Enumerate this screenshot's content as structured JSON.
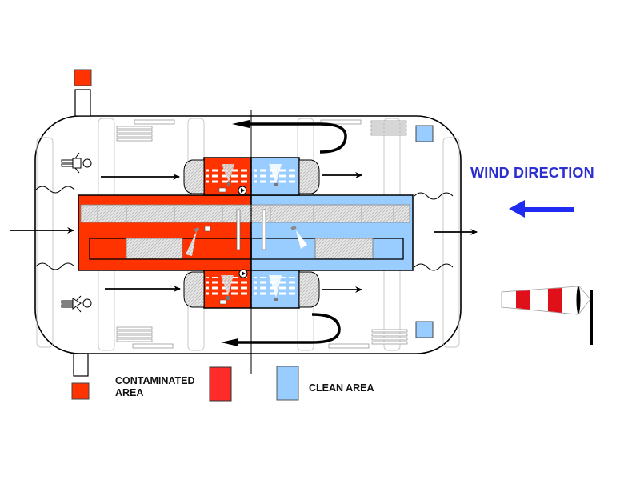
{
  "diagram": {
    "title": "Decontamination corridor layout",
    "wind": {
      "label": "WIND DIRECTION",
      "direction": "right-to-left",
      "arrow_color": "#1f2bf0",
      "label_color": "#2b2fd0"
    },
    "legend": {
      "contaminated_label": "CONTAMINATED\nAREA",
      "contaminated_line1": "CONTAMINATED",
      "contaminated_line2": "AREA",
      "clean_label": "CLEAN AREA",
      "contaminated_color": "#ff2a2a",
      "clean_color": "#99ccff"
    },
    "colors": {
      "contaminated_zone": "#ff3300",
      "clean_zone": "#99ccff",
      "outline": "#000000",
      "hatch": "#c8c8c8",
      "windsock_red": "#e0101a"
    },
    "zones": [
      {
        "name": "contaminated-area",
        "side": "left"
      },
      {
        "name": "clean-area",
        "side": "right"
      }
    ],
    "entrances": [
      {
        "name": "walking-person-entry",
        "position": "top-left",
        "icon": "person-icon"
      },
      {
        "name": "stretcher-entry",
        "position": "bottom-left",
        "icon": "person-icon"
      }
    ],
    "flow_arrows": [
      {
        "name": "main-entry-arrow",
        "direction": "right"
      },
      {
        "name": "main-exit-arrow",
        "direction": "right"
      },
      {
        "name": "upper-entry-arrow",
        "direction": "right"
      },
      {
        "name": "upper-exit-arrow",
        "direction": "right"
      },
      {
        "name": "lower-entry-arrow",
        "direction": "right"
      },
      {
        "name": "lower-exit-arrow",
        "direction": "right"
      },
      {
        "name": "upper-return-arrow",
        "direction": "u-turn-left"
      },
      {
        "name": "lower-return-arrow",
        "direction": "u-turn-left"
      }
    ]
  }
}
